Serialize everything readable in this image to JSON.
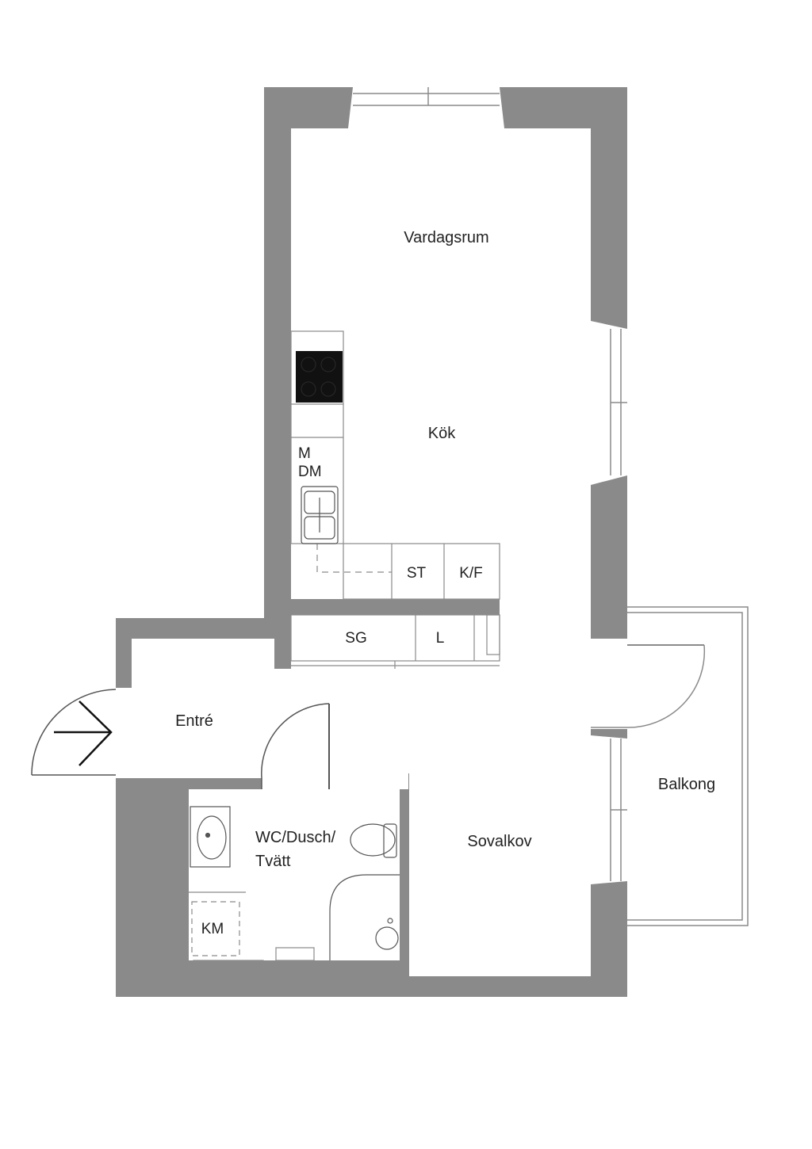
{
  "colors": {
    "wall": "#8a8a8a",
    "floor": "#ffffff",
    "line": "#555555",
    "stove": "#111111",
    "arrow": "#111111"
  },
  "rooms": {
    "living": "Vardagsrum",
    "kitchen": "Kök",
    "entry": "Entré",
    "bathroom_line1": "WC/Dusch/",
    "bathroom_line2": "Tvätt",
    "bedroom": "Sovalkov",
    "balcony": "Balkong"
  },
  "fixtures": {
    "microwave": "M",
    "dishwasher": "DM",
    "stove_cabinet": "ST",
    "fridge_freezer": "K/F",
    "wardrobe": "SG",
    "linen": "L",
    "washer": "KM"
  },
  "icons": {
    "entrance": "entrance-arrow-icon",
    "stove": "stove-icon",
    "sink": "kitchen-sink-icon",
    "washbasin": "washbasin-icon",
    "toilet": "toilet-icon",
    "shower": "shower-icon"
  }
}
